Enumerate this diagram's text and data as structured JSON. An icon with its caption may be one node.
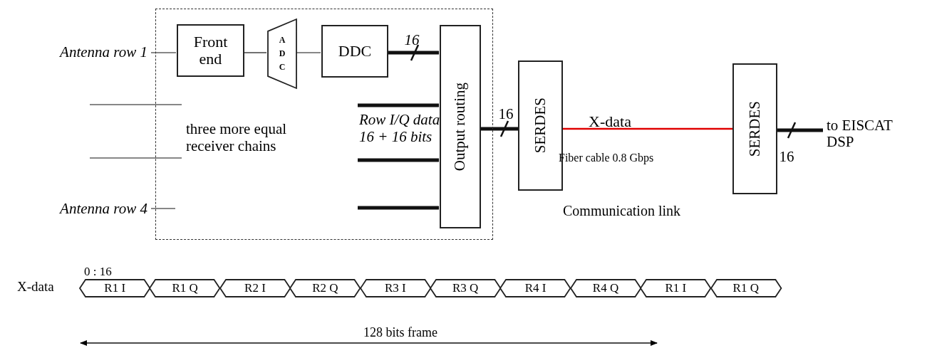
{
  "diagram": {
    "nodes": [
      {
        "text": [],
        "shape": "box"
      },
      {
        "text": [
          "Front end"
        ],
        "in": 0
      },
      {
        "text": [
          "ADC"
        ],
        "in": 0
      },
      {
        "text": [
          "DDC"
        ],
        "in": 0
      },
      {
        "text": [
          "Output routing"
        ],
        "in": 0
      },
      {
        "text": [
          "SERDES"
        ]
      },
      {
        "text": [
          "SERDES"
        ]
      },
      {
        "text": [
          "to EISCAT DSP"
        ]
      },
      {
        "text": [
          "R1 I"
        ],
        "beside": [
          "0 : 16"
        ]
      },
      {
        "text": [
          "R1 Q"
        ]
      },
      {
        "text": [
          "R2 I"
        ]
      },
      {
        "text": [
          "R2 Q"
        ]
      },
      {
        "text": [
          "R3 I"
        ]
      },
      {
        "text": [
          "R3 Q"
        ]
      },
      {
        "text": [
          "R4 I"
        ]
      },
      {
        "text": [
          "R4 Q"
        ]
      },
      {
        "text": [
          "R1 I"
        ]
      },
      {
        "text": [
          "R1 Q"
        ]
      },
      {
        "text": [
          "Antenna row 1"
        ]
      },
      {
        "text": [
          "three more equal receiver chains"
        ],
        "in": 0
      },
      {
        "text": [
          "Antenna row 4"
        ]
      }
    ],
    "edges": [
      {
        "from": 18,
        "to": 1,
        "arrow": "none"
      },
      {
        "from": 1,
        "to": 2,
        "arrow": "none"
      },
      {
        "from": 2,
        "to": 3,
        "arrow": "none"
      },
      {
        "from": 3,
        "to": 4,
        "arrow": "none",
        "style": "thick",
        "label": "16"
      },
      {
        "from": null,
        "to": 4,
        "arrow": "none",
        "style": "thick"
      },
      {
        "from": null,
        "to": 4,
        "arrow": "none",
        "style": "thick"
      },
      {
        "from": null,
        "to": 4,
        "arrow": "none",
        "style": "thick"
      },
      {
        "from": 4,
        "to": 5,
        "arrow": "none",
        "style": "thick",
        "label": "16"
      },
      {
        "from": 5,
        "to": 6,
        "arrow": "none",
        "color": "#e00000",
        "label": "X-data"
      },
      {
        "from": 6,
        "to": 7,
        "arrow": "none",
        "style": "thick",
        "label": "16"
      },
      {
        "from": null,
        "to": 19,
        "arrow": "none"
      },
      {
        "from": null,
        "to": 19,
        "arrow": "none"
      },
      {
        "from": 20,
        "to": null,
        "arrow": "none"
      }
    ],
    "labels": [
      "Row I/Q data 16 + 16 bits",
      "Fiber cable 0.8 Gbps",
      "Communication link",
      "X-data",
      "128 bits frame"
    ]
  }
}
